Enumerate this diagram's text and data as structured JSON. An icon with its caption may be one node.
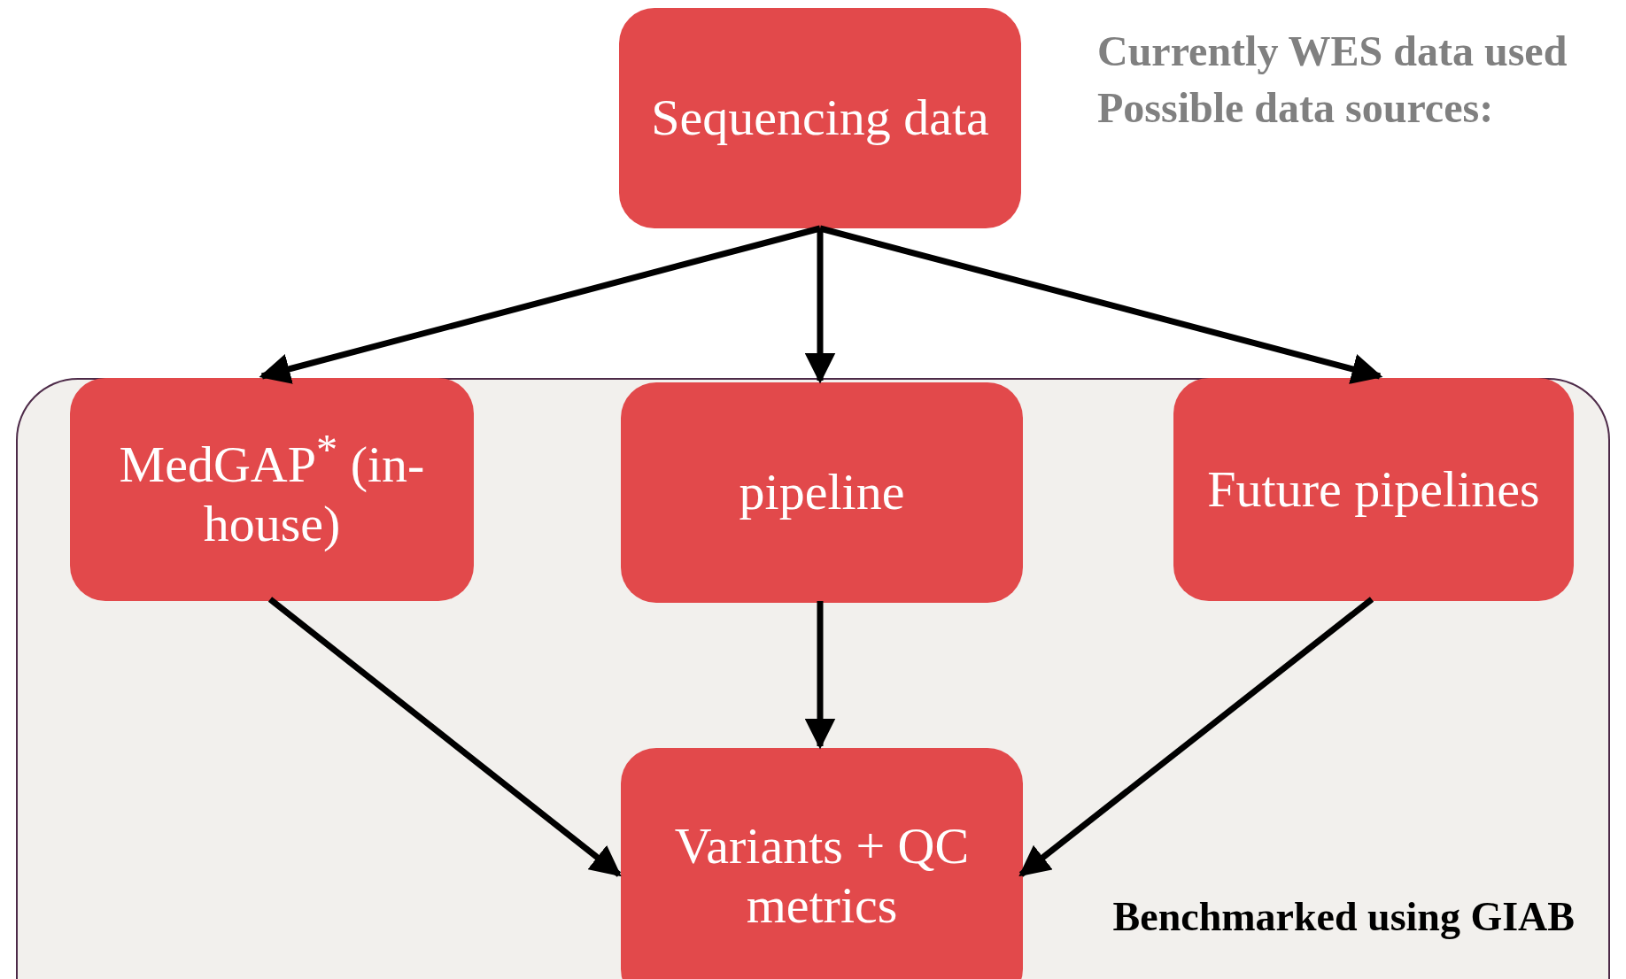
{
  "diagram": {
    "nodes": [
      {
        "text": [
          "Sequencing data"
        ]
      },
      {
        "text": [
          "Benchmarked using GIAB"
        ]
      },
      {
        "text": [
          "MedGAP$^{*}$ (in-house)"
        ],
        "in": 1
      },
      {
        "text": [
          "pipeline"
        ],
        "in": 1
      },
      {
        "text": [
          "Future pipelines"
        ],
        "in": 1
      },
      {
        "text": [
          "Variants + QC metrics"
        ],
        "in": 1
      }
    ],
    "edges": [
      {
        "from": 0,
        "to": 2,
        "arrow": "to"
      },
      {
        "from": 0,
        "to": 3,
        "arrow": "to"
      },
      {
        "from": 0,
        "to": 4,
        "arrow": "to"
      },
      {
        "from": 2,
        "to": 5,
        "arrow": "to"
      },
      {
        "from": 3,
        "to": 5,
        "arrow": "to"
      },
      {
        "from": 4,
        "to": 5,
        "arrow": "to"
      }
    ],
    "labels": [
      "Currently WES data used",
      "Possible data sources:"
    ]
  }
}
